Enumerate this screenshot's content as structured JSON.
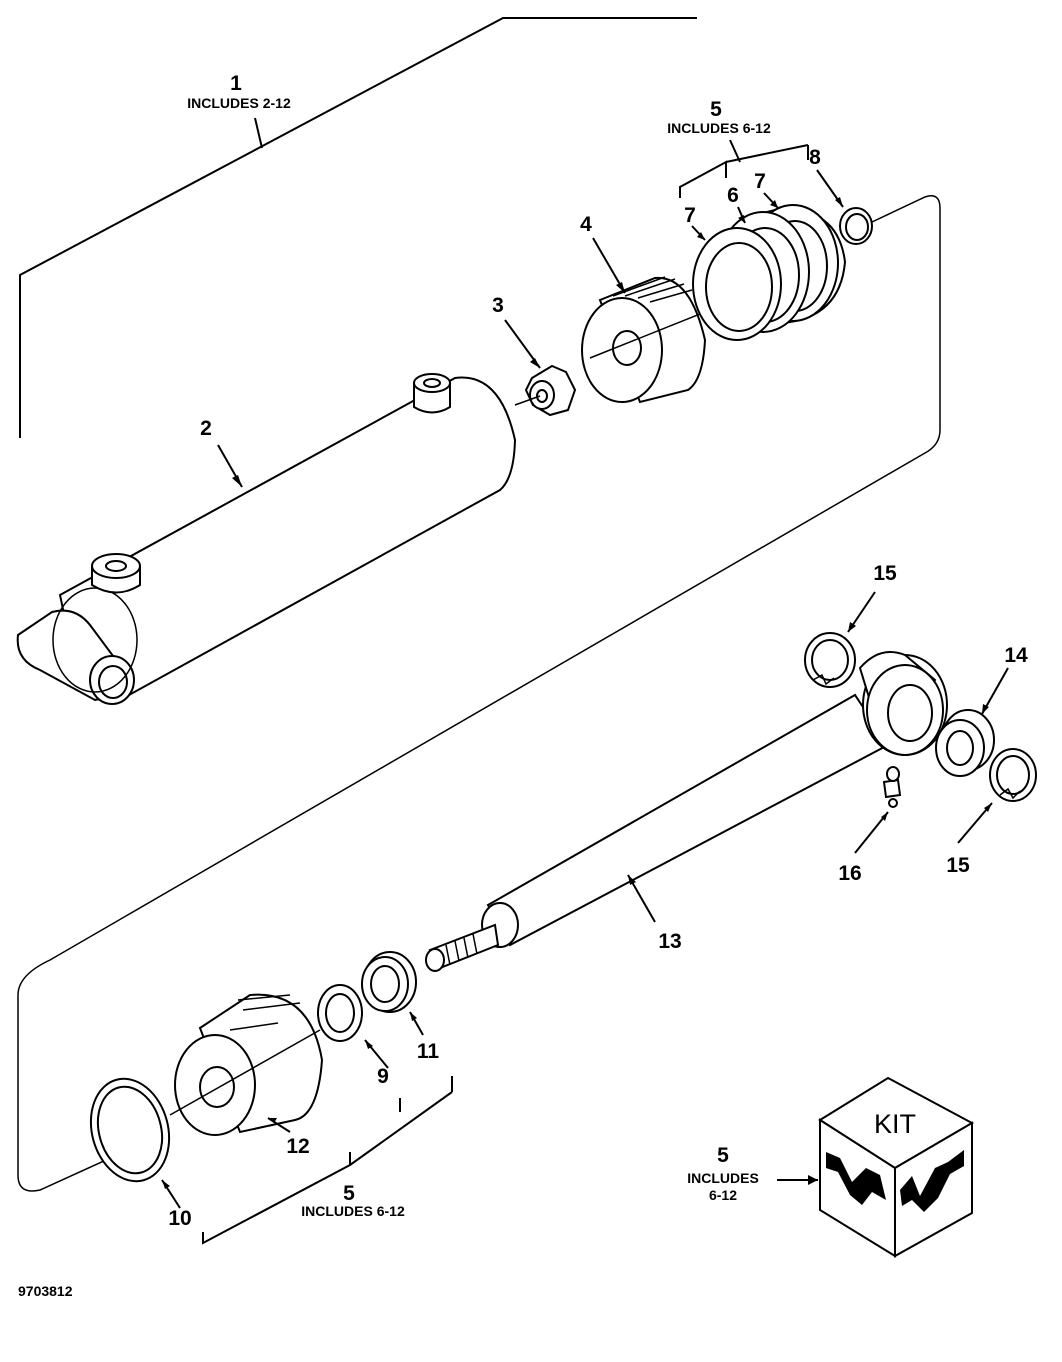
{
  "callouts": {
    "c1": "1",
    "c1_inc": "INCLUDES 2-12",
    "c2": "2",
    "c3": "3",
    "c4": "4",
    "c5_top": "5",
    "c5_top_inc": "INCLUDES 6-12",
    "c6": "6",
    "c7a": "7",
    "c7b": "7",
    "c8": "8",
    "c9": "9",
    "c10": "10",
    "c11": "11",
    "c12": "12",
    "c5_bot": "5",
    "c5_bot_inc": "INCLUDES 6-12",
    "c13": "13",
    "c14": "14",
    "c15a": "15",
    "c15b": "15",
    "c16": "16"
  },
  "kit": {
    "box_text": "KIT",
    "callout_num": "5",
    "callout_line1": "INCLUDES",
    "callout_line2": "6-12"
  },
  "figure_code": "9703812"
}
